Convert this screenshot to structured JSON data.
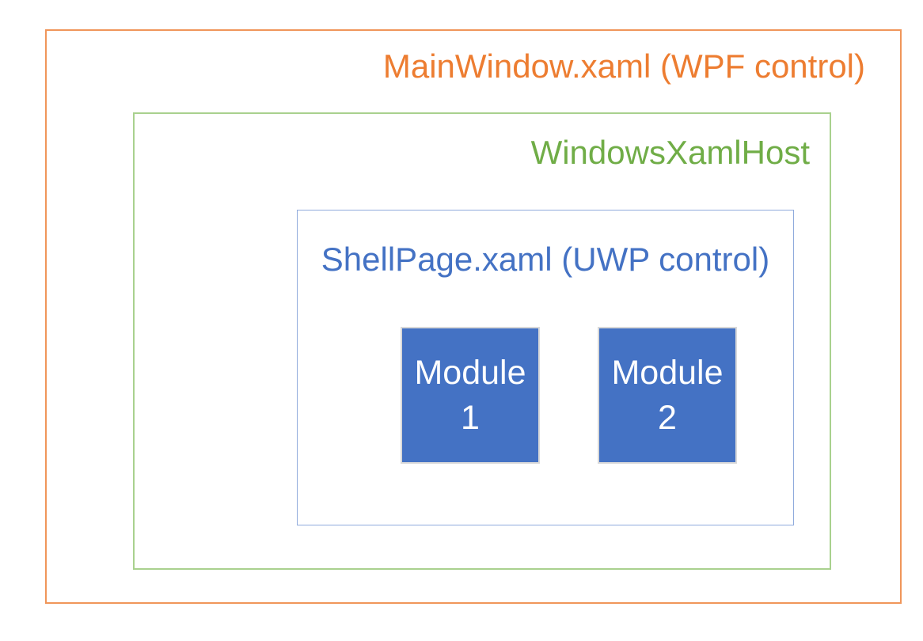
{
  "colors": {
    "outer_border": "#F0965A",
    "outer_text": "#ED7D31",
    "host_border": "#A9D18E",
    "host_text": "#70AD47",
    "shell_border": "#8FAADC",
    "shell_text": "#4472C4",
    "module_fill": "#4472C4",
    "module_border": "#D9D9D9",
    "module_text": "#FFFFFF",
    "background": "#FFFFFF"
  },
  "diagram": {
    "outer_box": {
      "label": "MainWindow.xaml (WPF control)"
    },
    "host_box": {
      "label": "WindowsXamlHost"
    },
    "shell_box": {
      "label": "ShellPage.xaml (UWP control)"
    },
    "modules": [
      {
        "lines": [
          "Module",
          "1"
        ]
      },
      {
        "lines": [
          "Module",
          "2"
        ]
      }
    ]
  }
}
